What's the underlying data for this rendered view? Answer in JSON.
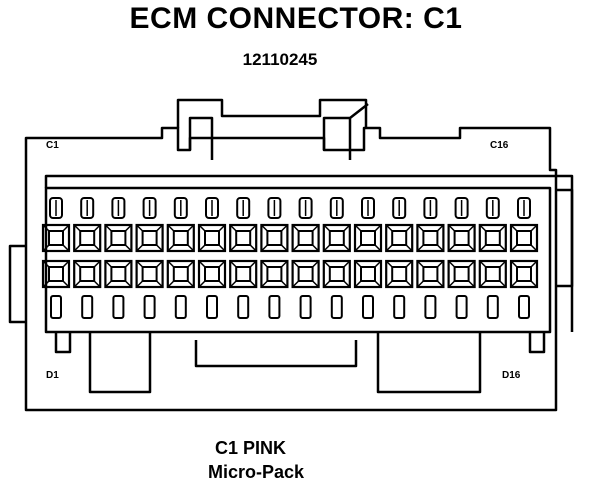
{
  "title": "ECM CONNECTOR: C1",
  "part_number": "12110245",
  "caption": {
    "color_line": "C1 PINK",
    "type_line": "Micro-Pack"
  },
  "pin_labels": {
    "top_left": "C1",
    "top_right": "C16",
    "bottom_left": "D1",
    "bottom_right": "D16"
  },
  "connector": {
    "columns": 16,
    "rows": [
      "C",
      "D"
    ]
  }
}
